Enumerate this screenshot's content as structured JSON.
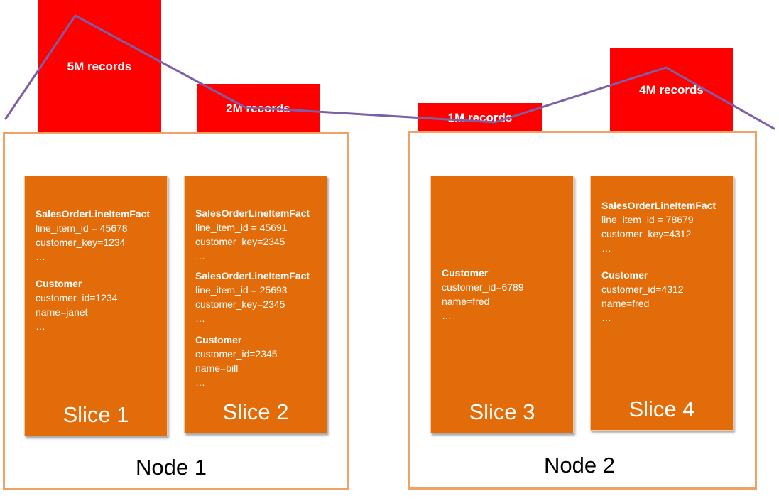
{
  "bars": [
    {
      "id": "bar-5m",
      "label": "5M records"
    },
    {
      "id": "bar-2m",
      "label": "2M records"
    },
    {
      "id": "bar-1m",
      "label": "1M records"
    },
    {
      "id": "bar-4m",
      "label": "4M records"
    }
  ],
  "nodes": [
    {
      "label": "Node 1"
    },
    {
      "label": "Node 2"
    }
  ],
  "slices": [
    {
      "label": "Slice 1",
      "entities": [
        {
          "title": "SalesOrderLineItemFact",
          "lines": [
            "line_item_id = 45678",
            "customer_key=1234",
            "…"
          ]
        },
        {
          "title": "Customer",
          "lines": [
            "customer_id=1234",
            "name=janet",
            "…"
          ]
        }
      ]
    },
    {
      "label": "Slice 2",
      "entities": [
        {
          "title": "SalesOrderLineItemFact",
          "lines": [
            "line_item_id = 45691",
            "customer_key=2345",
            "…"
          ]
        },
        {
          "title": "SalesOrderLineItemFact",
          "lines": [
            "line_item_id = 25693",
            "customer_key=2345",
            "…"
          ]
        },
        {
          "title": "Customer",
          "lines": [
            "customer_id=2345",
            "name=bill",
            "…"
          ]
        }
      ]
    },
    {
      "label": "Slice 3",
      "entities": [
        {
          "title": "Customer",
          "lines": [
            "customer_id=6789",
            "name=fred",
            "…"
          ]
        }
      ]
    },
    {
      "label": "Slice 4",
      "entities": [
        {
          "title": "SalesOrderLineItemFact",
          "lines": [
            "line_item_id = 78679",
            "customer_key=4312",
            "…"
          ]
        },
        {
          "title": "Customer",
          "lines": [
            "customer_id=4312",
            "name=fred",
            "…"
          ]
        }
      ]
    }
  ],
  "colors": {
    "bar": "#ff0000",
    "slice": "#e36c0a",
    "node_border": "#f0a266",
    "trend_line": "#7d5fa8"
  }
}
